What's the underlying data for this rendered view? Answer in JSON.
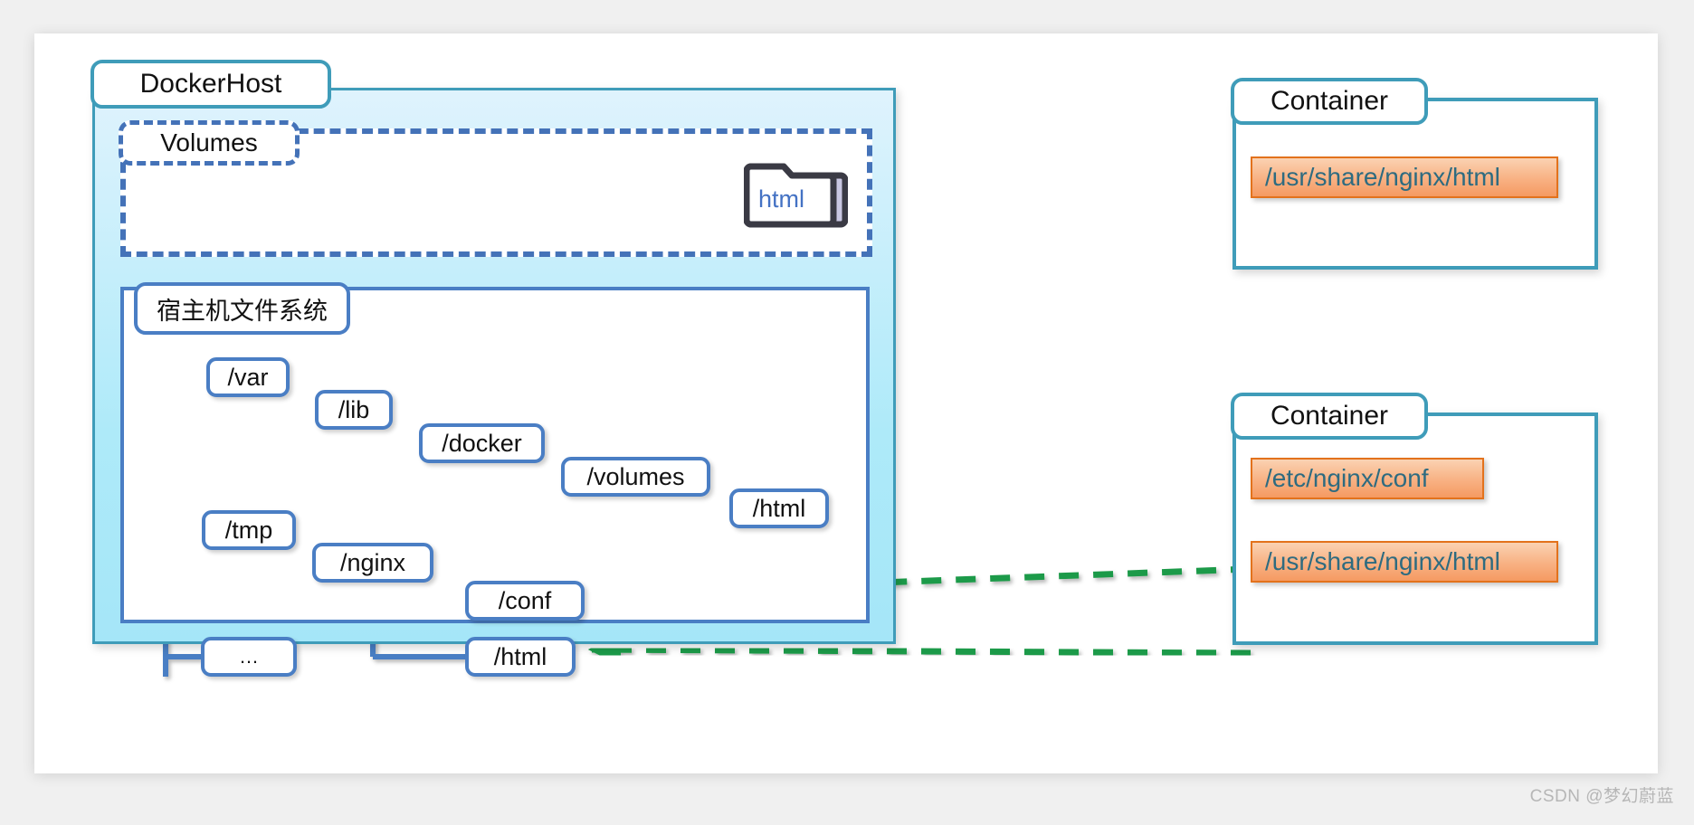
{
  "diagram": {
    "title": "Docker volume mapping diagram",
    "colors": {
      "teal_border": "#3f9cb9",
      "blue_border": "#4a7ec4",
      "dashed_blue": "#4472b8",
      "host_fill_top": "#dff3fd",
      "host_fill_bottom": "#a5e6f8",
      "orange_chip": "#f8b183",
      "orange_chip_border": "#e3721c",
      "orange_arrow": "#ed7d31",
      "green_arrow": "#1f9a48",
      "chip_text": "#2e6b80",
      "folder_text": "#4472c4"
    }
  },
  "dockerhost": {
    "label": "DockerHost"
  },
  "volumes": {
    "label": "Volumes",
    "folder": {
      "icon": "folder-icon",
      "label": "html"
    }
  },
  "hostfs": {
    "label": "宿主机文件系统",
    "nodes": [
      {
        "id": "var",
        "label": "/var"
      },
      {
        "id": "lib",
        "label": "/lib"
      },
      {
        "id": "docker",
        "label": "/docker"
      },
      {
        "id": "volumes",
        "label": "/volumes"
      },
      {
        "id": "vhtml",
        "label": "/html"
      },
      {
        "id": "tmp",
        "label": "/tmp"
      },
      {
        "id": "nginx",
        "label": "/nginx"
      },
      {
        "id": "conf",
        "label": "/conf"
      },
      {
        "id": "nhtml",
        "label": "/html"
      },
      {
        "id": "ellipsis",
        "label": "…"
      }
    ]
  },
  "containers": [
    {
      "id": "container-top",
      "label": "Container",
      "mounts": [
        {
          "id": "mount-1",
          "path": "/usr/share/nginx/html"
        }
      ]
    },
    {
      "id": "container-bottom",
      "label": "Container",
      "mounts": [
        {
          "id": "mount-2",
          "path": "/etc/nginx/conf"
        },
        {
          "id": "mount-3",
          "path": "/usr/share/nginx/html"
        }
      ]
    }
  ],
  "connections": [
    {
      "id": "conn-orange-container",
      "style": "dashed",
      "color": "#ed7d31",
      "from": "mount-1",
      "to": "volumes-folder"
    },
    {
      "id": "conn-orange-volume",
      "style": "dashed",
      "color": "#ed7d31",
      "from": "volumes-folder",
      "to": "vhtml"
    },
    {
      "id": "conn-green-conf",
      "style": "dashed",
      "color": "#1f9a48",
      "from": "mount-2",
      "to": "conf"
    },
    {
      "id": "conn-green-html",
      "style": "dashed",
      "color": "#1f9a48",
      "from": "mount-3",
      "to": "nhtml"
    }
  ],
  "watermark": "CSDN @梦幻蔚蓝"
}
